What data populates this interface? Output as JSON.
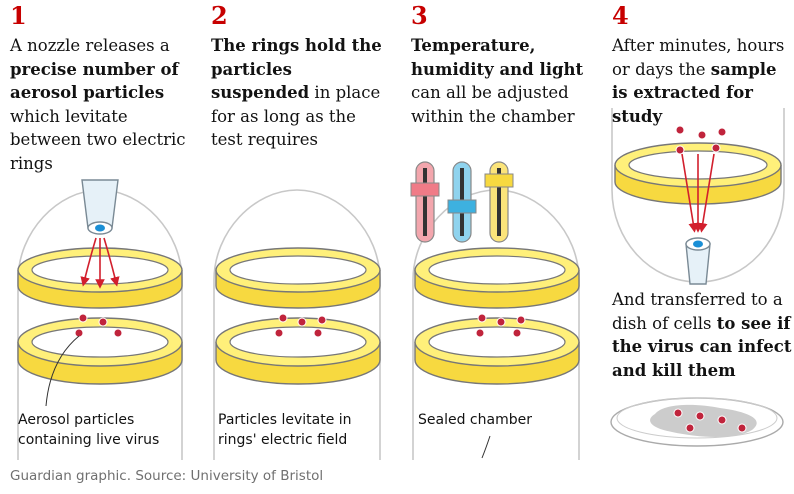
{
  "steps": [
    {
      "number": "1",
      "parts": [
        {
          "t": "A nozzle releases a ",
          "b": false
        },
        {
          "t": "precise number of aerosol particles",
          "b": true
        },
        {
          "t": " which levitate between two electric rings",
          "b": false
        }
      ]
    },
    {
      "number": "2",
      "parts": [
        {
          "t": "The rings hold the particles suspended",
          "b": true
        },
        {
          "t": " in place for as long as the test requires",
          "b": false
        }
      ]
    },
    {
      "number": "3",
      "parts": [
        {
          "t": "Temperature, humidity and light",
          "b": true
        },
        {
          "t": " can all be adjusted within the chamber",
          "b": false
        }
      ]
    },
    {
      "number": "4",
      "parts": [
        {
          "t": "After minutes, hours or days the ",
          "b": false
        },
        {
          "t": "sample is extracted for study",
          "b": true
        }
      ]
    }
  ],
  "step4_followup": [
    {
      "t": "And transferred to a dish of cells ",
      "b": false
    },
    {
      "t": "to see if the virus can infect and kill them",
      "b": true
    }
  ],
  "captions": {
    "c1": "Aerosol particles containing live virus",
    "c2": "Particles levitate in rings' electric field",
    "c3": "Sealed chamber"
  },
  "source": "Guardian graphic. Source: University of Bristol",
  "colors": {
    "accent": "#c70000",
    "ring_fill": "#fff07a",
    "ring_stroke": "#777777",
    "particle": "#c0243c",
    "nozzle_dot": "#1a8fd6",
    "slider_red": "#f3a6ad",
    "slider_blue": "#8fd3ee",
    "slider_yellow": "#fbe47a",
    "dish_spot": "#cccccc"
  }
}
